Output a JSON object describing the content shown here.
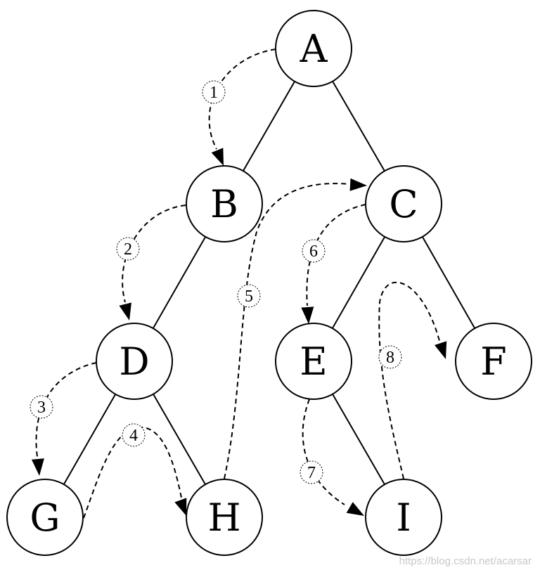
{
  "nodes": [
    {
      "id": "A",
      "label": "A"
    },
    {
      "id": "B",
      "label": "B"
    },
    {
      "id": "C",
      "label": "C"
    },
    {
      "id": "D",
      "label": "D"
    },
    {
      "id": "E",
      "label": "E"
    },
    {
      "id": "F",
      "label": "F"
    },
    {
      "id": "G",
      "label": "G"
    },
    {
      "id": "H",
      "label": "H"
    },
    {
      "id": "I",
      "label": "I"
    }
  ],
  "edges": [
    [
      "A",
      "B"
    ],
    [
      "A",
      "C"
    ],
    [
      "B",
      "D"
    ],
    [
      "D",
      "G"
    ],
    [
      "D",
      "H"
    ],
    [
      "C",
      "E"
    ],
    [
      "C",
      "F"
    ],
    [
      "E",
      "I"
    ]
  ],
  "steps": [
    {
      "label": "1",
      "from": "A",
      "to": "B"
    },
    {
      "label": "2",
      "from": "B",
      "to": "D"
    },
    {
      "label": "3",
      "from": "D",
      "to": "G"
    },
    {
      "label": "4",
      "from": "G",
      "to": "H"
    },
    {
      "label": "5",
      "from": "H",
      "to": "C"
    },
    {
      "label": "6",
      "from": "C",
      "to": "E"
    },
    {
      "label": "7",
      "from": "E",
      "to": "I"
    },
    {
      "label": "8",
      "from": "I",
      "to": "F"
    }
  ],
  "watermark": "https://blog.csdn.net/acarsar"
}
